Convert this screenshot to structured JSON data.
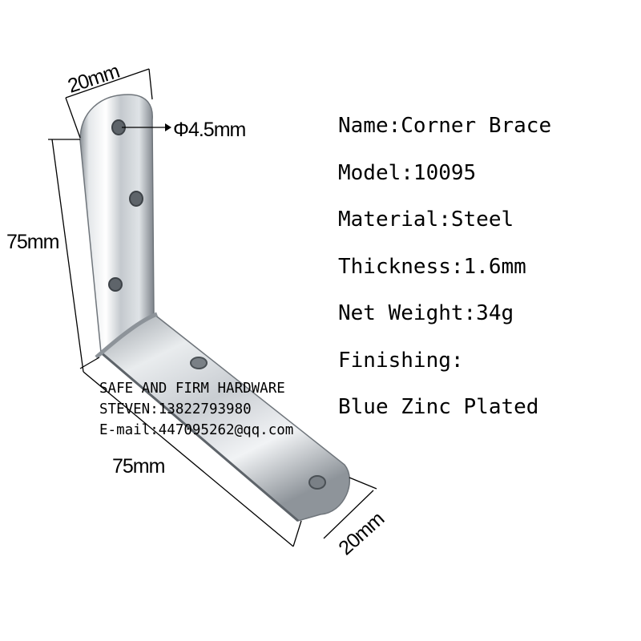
{
  "dimensions": {
    "top_width": "20mm",
    "hole_diameter": "Φ4.5mm",
    "vertical_length": "75mm",
    "horizontal_length": "75mm",
    "end_width": "20mm"
  },
  "specs": [
    "Name:Corner Brace",
    "Model:10095",
    "Material:Steel",
    "Thickness:1.6mm",
    "Net Weight:34g",
    "Finishing:",
    "Blue Zinc Plated"
  ],
  "contact": {
    "company": "SAFE AND FIRM HARDWARE",
    "phone": "STEVEN:13822793980",
    "email": "E-mail:447095262@qq.com"
  },
  "colors": {
    "steel_light": "#f4f6f8",
    "steel_mid": "#b7bcc2",
    "steel_dark": "#6d737a",
    "text": "#000000"
  }
}
